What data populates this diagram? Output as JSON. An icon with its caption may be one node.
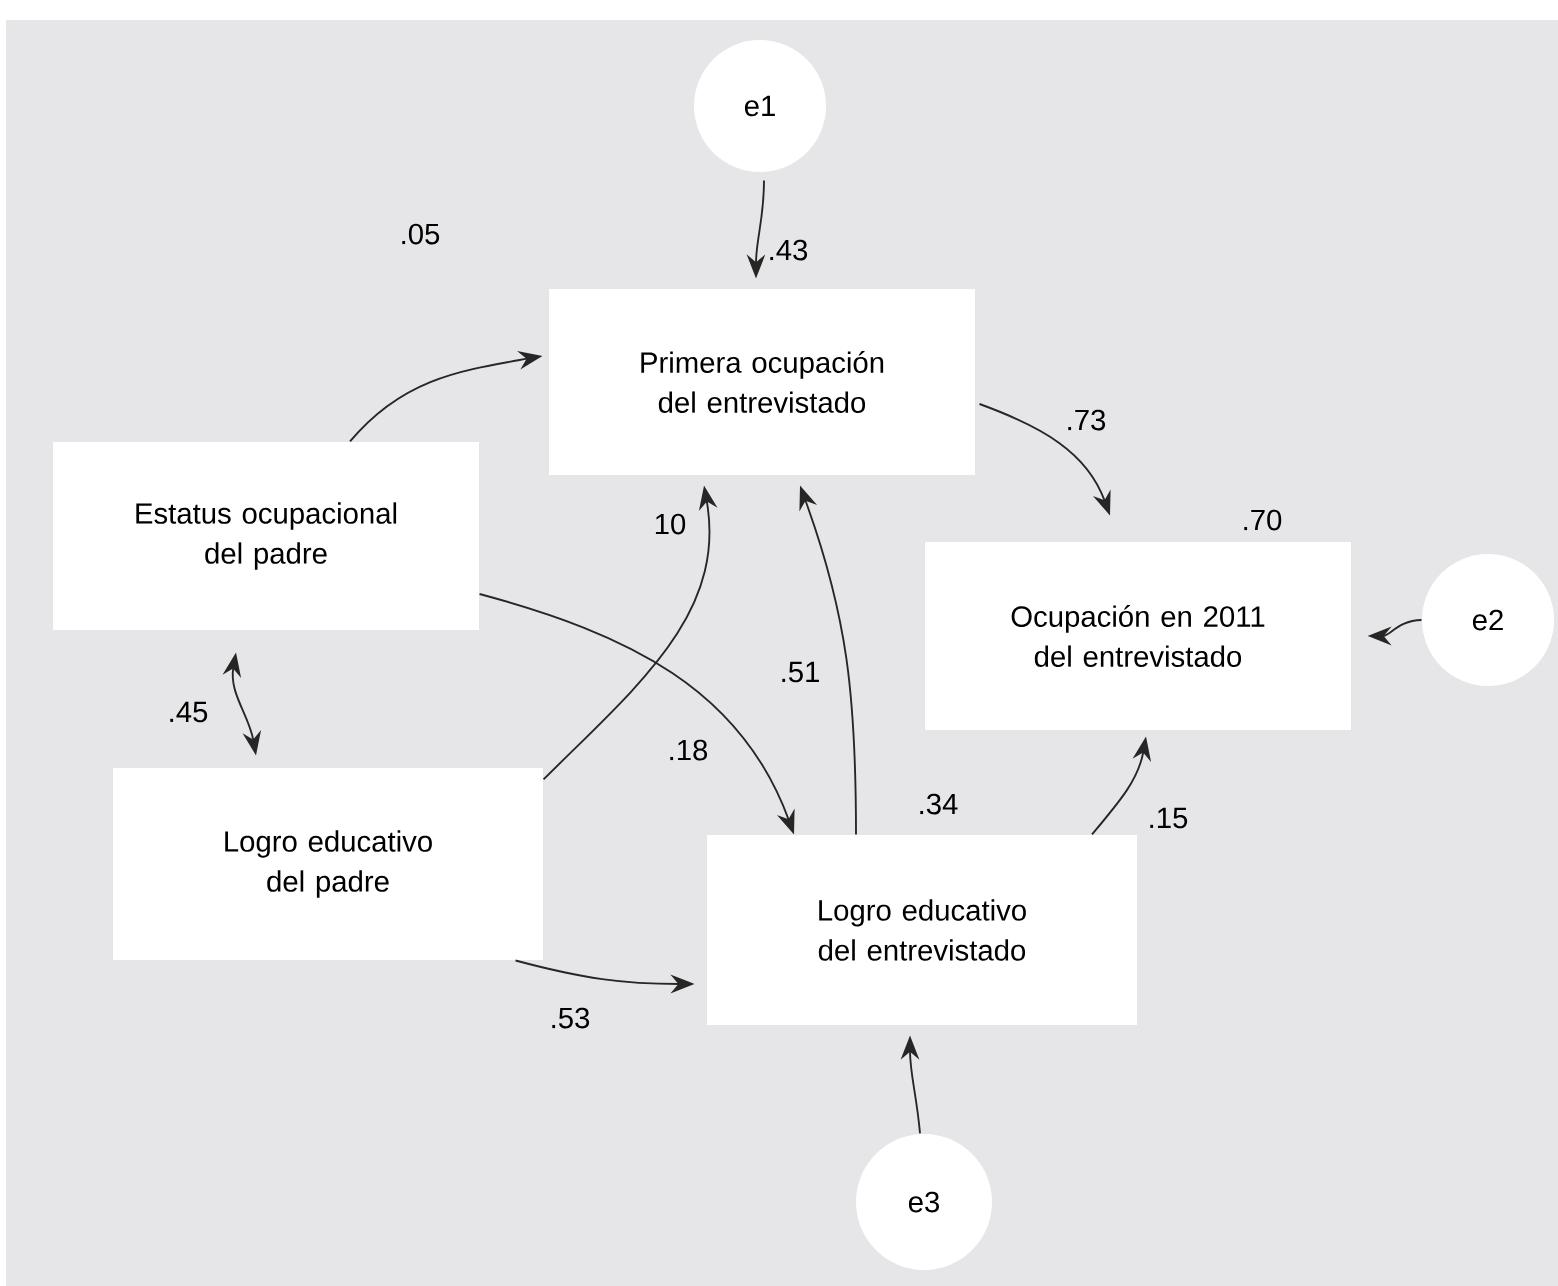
{
  "diagram": {
    "nodes": [
      {
        "text": [
          "e1"
        ]
      },
      {
        "text": [
          "Primera ocupación del entrevistado"
        ]
      },
      {
        "text": [
          "Estatus ocupacional del padre"
        ]
      },
      {
        "text": [
          "Ocupación en 2011 del entrevistado"
        ],
        "beside": [
          ".70"
        ]
      },
      {
        "text": [
          "e2"
        ]
      },
      {
        "text": [
          "Logro educativo del padre"
        ]
      },
      {
        "text": [
          "Logro educativo del entrevistado"
        ],
        "beside": [
          ".34"
        ]
      },
      {
        "text": [
          "e3"
        ]
      }
    ],
    "edges": [
      {
        "from": 0,
        "to": 1,
        "arrow": "to",
        "label": ".43"
      },
      {
        "from": 2,
        "to": 1,
        "arrow": "to",
        "label": ".05"
      },
      {
        "from": 1,
        "to": 3,
        "arrow": "to",
        "label": ".73"
      },
      {
        "from": 4,
        "to": 3,
        "arrow": "to"
      },
      {
        "from": 2,
        "to": 5,
        "arrow": "both",
        "label": ".45"
      },
      {
        "from": 5,
        "to": 1,
        "arrow": "to",
        "label": "10"
      },
      {
        "from": 2,
        "to": 6,
        "arrow": "to",
        "label": ".18"
      },
      {
        "from": 6,
        "to": 1,
        "arrow": "to",
        "label": ".51"
      },
      {
        "from": 6,
        "to": 3,
        "arrow": "to",
        "label": ".15"
      },
      {
        "from": 5,
        "to": 6,
        "arrow": "to",
        "label": ".53"
      },
      {
        "from": 7,
        "to": 6,
        "arrow": "to"
      }
    ]
  }
}
